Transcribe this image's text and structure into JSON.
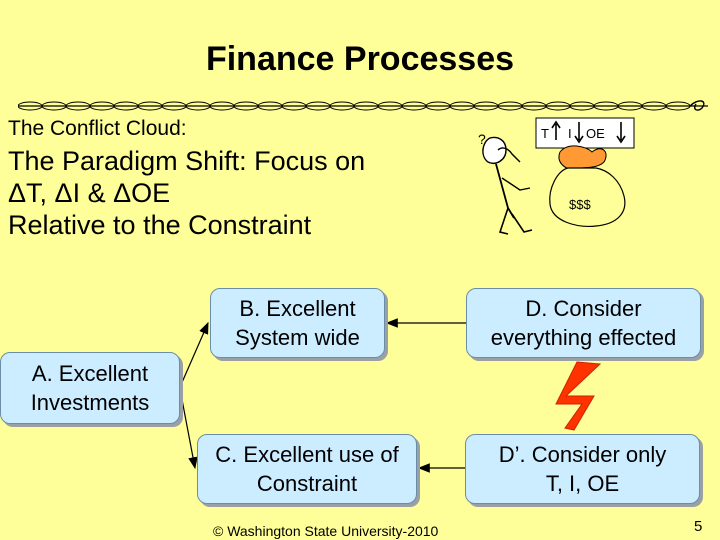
{
  "title": "Finance Processes",
  "subtitle": "The Conflict Cloud:",
  "headline": {
    "line1": "The Paradigm Shift: Focus on",
    "line2": "ΔT, ΔI & ΔOE",
    "line3": "Relative to the Constraint"
  },
  "boxes": {
    "a": {
      "line1": "A. Excellent",
      "line2": "Investments"
    },
    "b": {
      "line1": "B. Excellent",
      "line2": "System wide"
    },
    "c": {
      "line1": "C. Excellent use of",
      "line2": "Constraint"
    },
    "d": {
      "line1": "D. Consider",
      "line2": "everything effected"
    },
    "d_prime": {
      "line1": "D’. Consider only",
      "line2": "T, I, OE"
    }
  },
  "cartoon": {
    "t_label": "T",
    "i_label": "I",
    "oe_label": "OE",
    "money_label": "$$$",
    "question_mark": "?"
  },
  "footer": "© Washington State University-2010",
  "page_number": "5",
  "colors": {
    "background": "#FFFF99",
    "box_fill": "#CCECFF",
    "conflict_bolt": "#FF3300",
    "money_fill": "#FF9933"
  }
}
